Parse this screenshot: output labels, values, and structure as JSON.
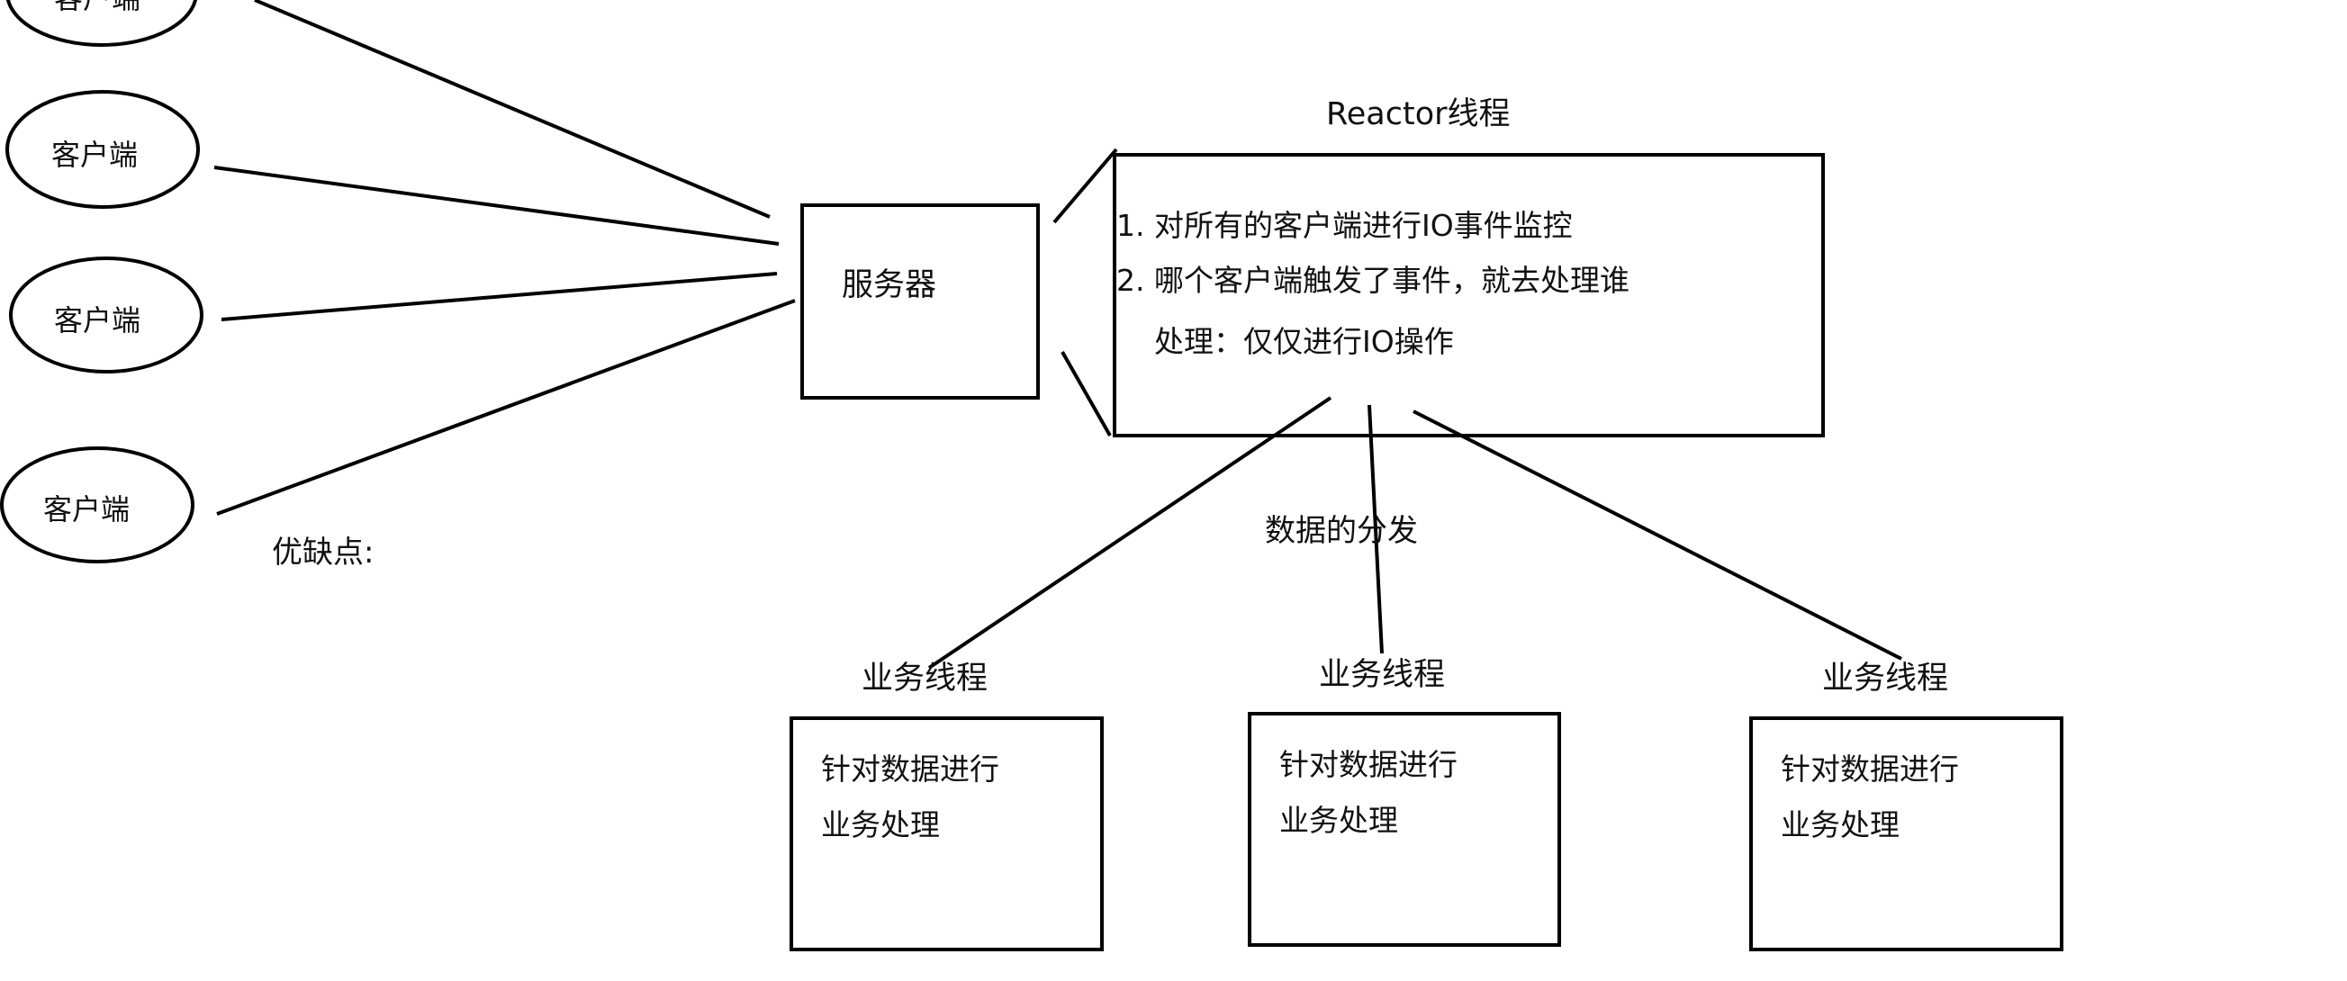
{
  "diagram": {
    "clients": [
      {
        "label": "客户端"
      },
      {
        "label": "客户端"
      },
      {
        "label": "客户端"
      },
      {
        "label": "客户端"
      }
    ],
    "server": {
      "label": "服务器"
    },
    "reactor": {
      "title": "Reactor线程",
      "lines": [
        "1. 对所有的客户端进行IO事件监控",
        "2. 哪个客户端触发了事件，就去处理谁",
        "处理：仅仅进行IO操作"
      ]
    },
    "dispatch_label": "数据的分发",
    "pros_cons_label": "优缺点:",
    "workers": [
      {
        "title": "业务线程",
        "lines": [
          "针对数据进行",
          "业务处理"
        ]
      },
      {
        "title": "业务线程",
        "lines": [
          "针对数据进行",
          "业务处理"
        ]
      },
      {
        "title": "业务线程",
        "lines": [
          "针对数据进行",
          "业务处理"
        ]
      }
    ],
    "stroke_color": "#000000",
    "background_color": "#ffffff"
  }
}
